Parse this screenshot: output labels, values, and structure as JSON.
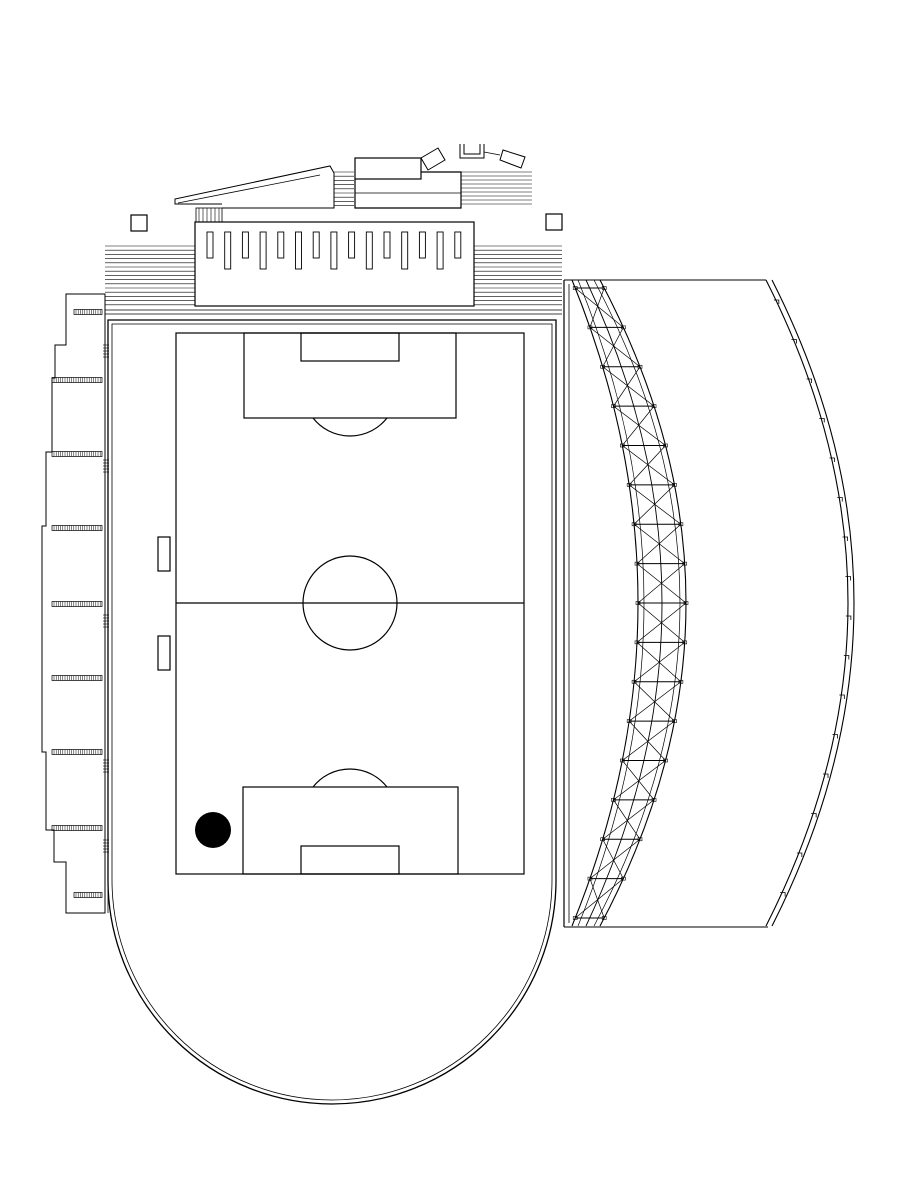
{
  "diagram": {
    "type": "stadium-site-plan",
    "labels": [],
    "colors": {
      "line": "#000000",
      "background": "#ffffff",
      "marker": "#000000"
    },
    "elements": {
      "field": "soccer-pitch",
      "track": "running-track",
      "main_stand": "main-stand-building",
      "east_stand": "curved-stand-with-truss-roof",
      "west_stand": "stepped-side-stand",
      "marker": "black-dot-marker"
    }
  }
}
